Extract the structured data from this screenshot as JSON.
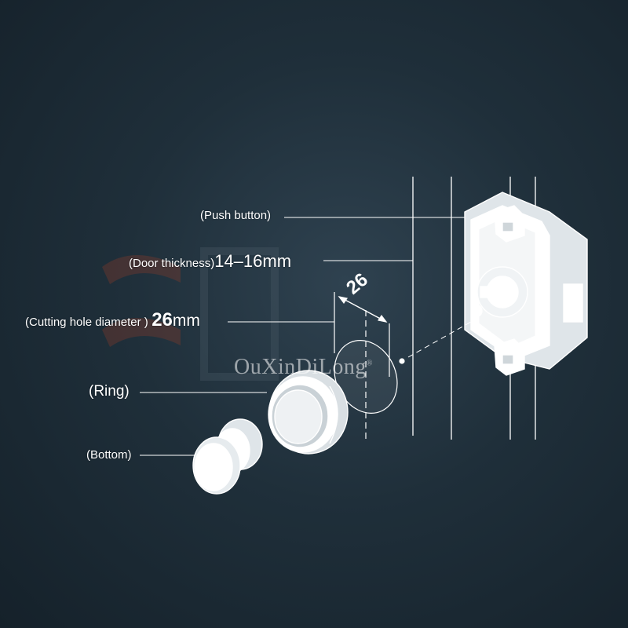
{
  "labels": {
    "push_button": "(Push button)",
    "door_thickness": "(Door thickness)",
    "door_thickness_value": "14–16mm",
    "cutting_hole": "(Cutting hole diameter )",
    "cutting_hole_value": "26",
    "cutting_hole_unit": "mm",
    "ring": "(Ring)",
    "bottom": "(Bottom)"
  },
  "dimension_label": "26",
  "watermark": {
    "text": "OuXinDiLong",
    "mark": "®"
  },
  "colors": {
    "line": "#ffffff",
    "background": "#1f2f3a",
    "accent_bg": "#8a3b2a"
  }
}
